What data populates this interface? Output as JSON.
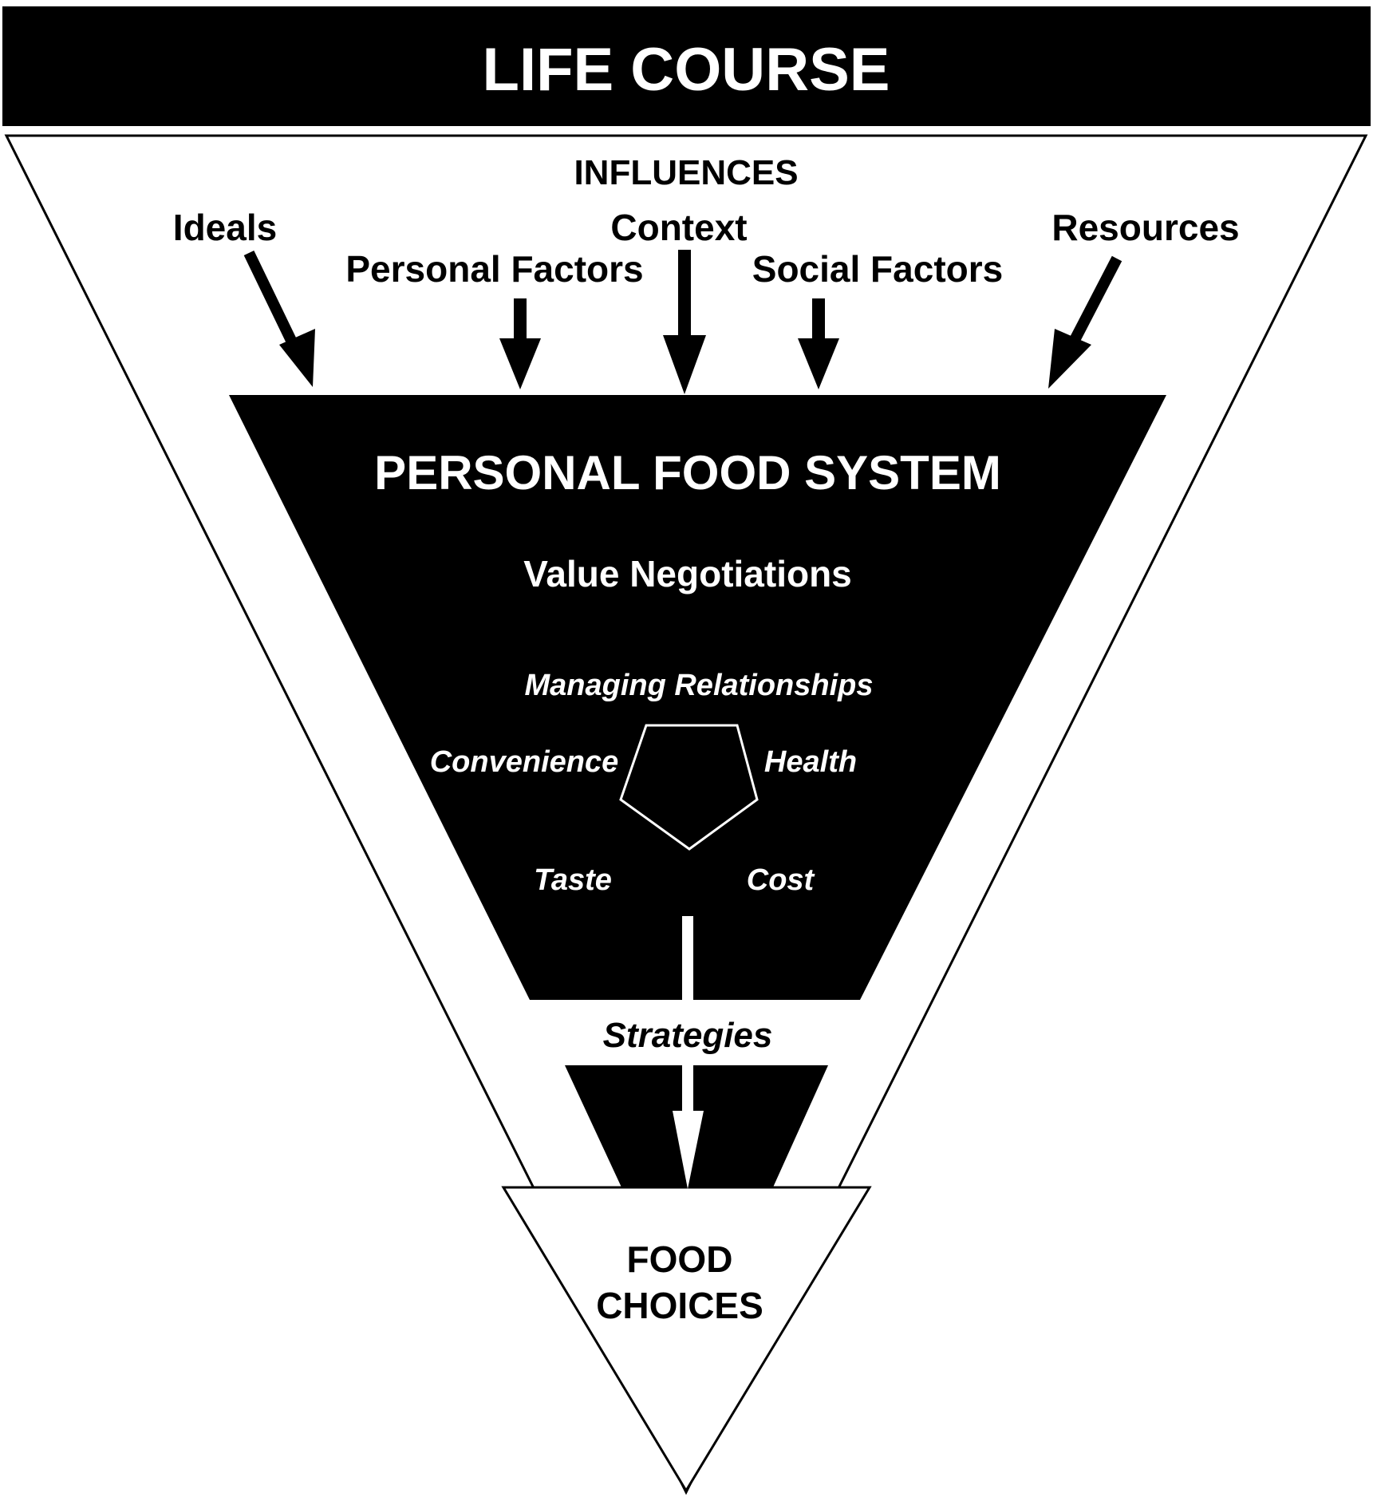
{
  "header": {
    "title": "LIFE COURSE"
  },
  "influences": {
    "heading": "INFLUENCES",
    "items": [
      {
        "label": "Ideals"
      },
      {
        "label": "Personal Factors"
      },
      {
        "label": "Context"
      },
      {
        "label": "Social Factors"
      },
      {
        "label": "Resources"
      }
    ]
  },
  "personal_food_system": {
    "title": "PERSONAL FOOD SYSTEM",
    "subtitle": "Value Negotiations",
    "values": {
      "managing_relationships": "Managing Relationships",
      "convenience": "Convenience",
      "health": "Health",
      "taste": "Taste",
      "cost": "Cost"
    }
  },
  "strategies": {
    "label": "Strategies"
  },
  "food_choices": {
    "label": "FOOD\nCHOICES"
  },
  "colors": {
    "fill_dark": "#000000",
    "fill_light": "#ffffff"
  },
  "icons": [
    "pentagon-icon",
    "arrow-down-icon"
  ]
}
